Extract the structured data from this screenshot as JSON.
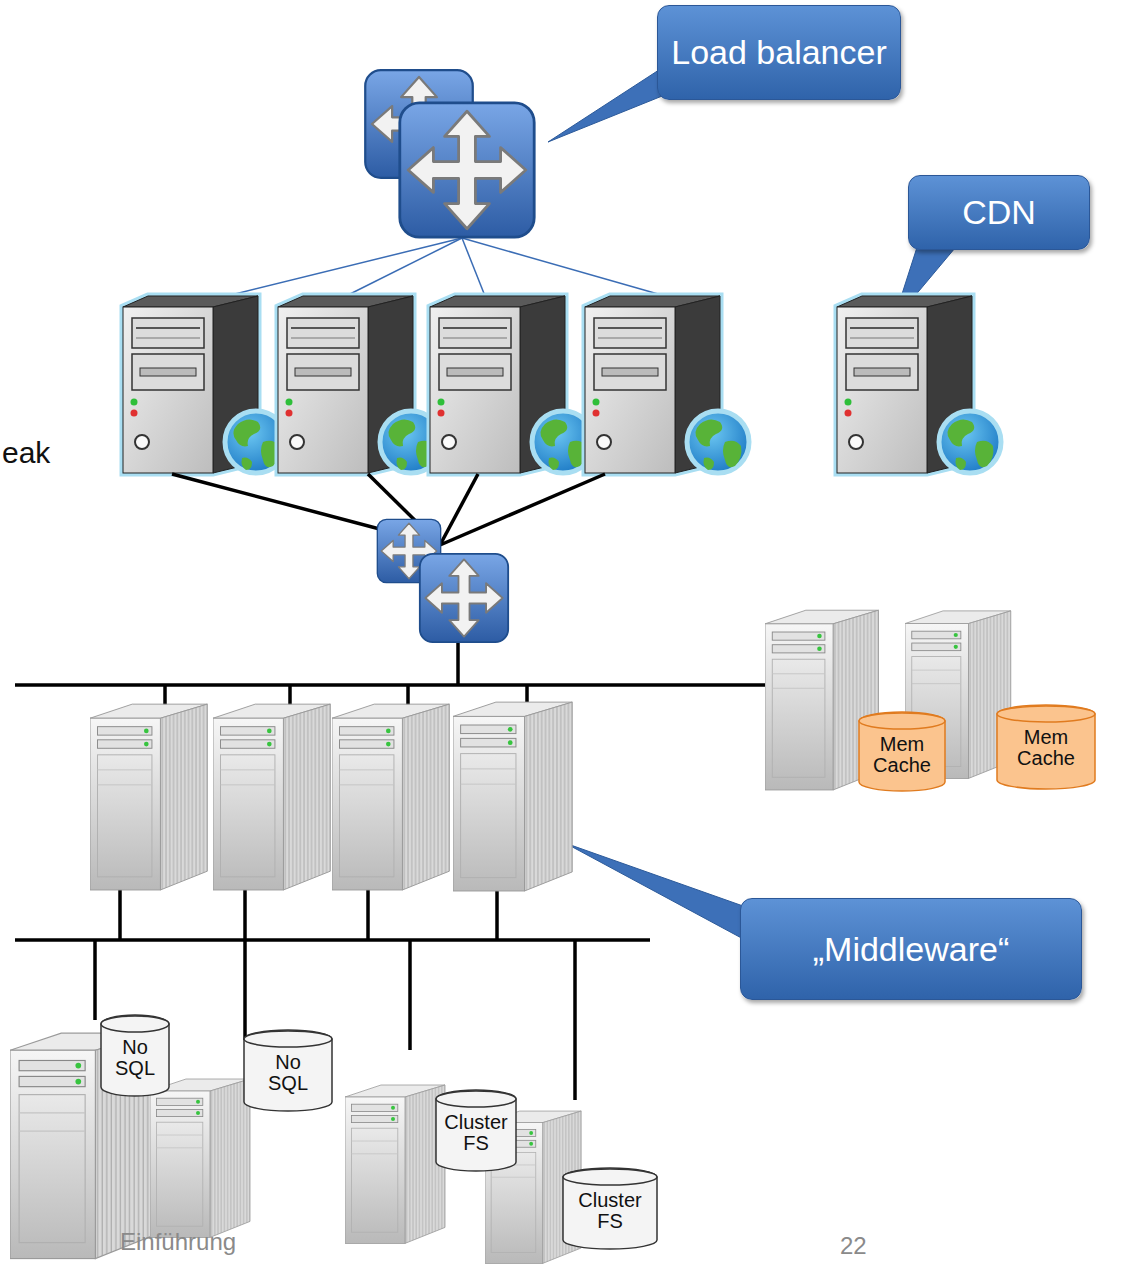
{
  "diagram": {
    "nodes": [
      {
        "text": [
          "Load balancer"
        ]
      },
      {
        "text": [
          "CDN"
        ]
      },
      {
        "text": [
          "Mem Cache"
        ]
      },
      {
        "text": [
          "Mem Cache"
        ]
      },
      {
        "text": [
          "„Middleware“"
        ]
      },
      {
        "text": [
          "No SQL"
        ]
      },
      {
        "text": [
          "No SQL"
        ]
      },
      {
        "text": [
          "Cluster FS"
        ]
      },
      {
        "text": [
          "Cluster FS"
        ]
      }
    ],
    "labels": [
      "eak",
      "Einführung",
      "22"
    ]
  }
}
